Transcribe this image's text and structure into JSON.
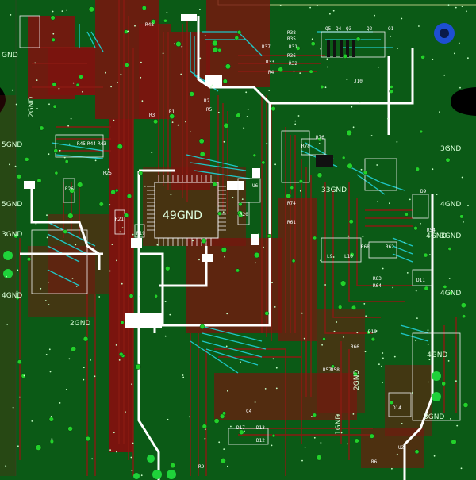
{
  "board": {
    "colors": {
      "copper_pour": "#0b5a16",
      "top_trace": "#8a1a12",
      "bottom_trace": "#1fc6c6",
      "silkscreen": "#f2f2f2",
      "power_trace": "#ffffff",
      "via": "#22d12a",
      "mount_hole": "#1e4fd1"
    },
    "net_labels": [
      {
        "name": "net-gnd-a",
        "text": "GND"
      },
      {
        "name": "net-2gnd-a",
        "text": "2GND"
      },
      {
        "name": "net-2gnd-b",
        "text": "2GND"
      },
      {
        "name": "net-3gnd-a",
        "text": "3GND"
      },
      {
        "name": "net-3gnd-b",
        "text": "3GND"
      },
      {
        "name": "net-3gnd-c",
        "text": "3GND"
      },
      {
        "name": "net-4gnd-a",
        "text": "4GND"
      },
      {
        "name": "net-4gnd-b",
        "text": "4GND"
      },
      {
        "name": "net-4gnd-c",
        "text": "4GND"
      },
      {
        "name": "net-4gnd-d",
        "text": "4GND"
      },
      {
        "name": "net-5gnd-a",
        "text": "5GND"
      },
      {
        "name": "net-5gnd-b",
        "text": "5GND"
      },
      {
        "name": "net-49gnd",
        "text": "49GND"
      },
      {
        "name": "net-33gnd",
        "text": "33GND"
      },
      {
        "name": "net-2gnd-c",
        "text": "2GND"
      },
      {
        "name": "net-3gnd-d",
        "text": "3GND"
      },
      {
        "name": "net-4gnd-e",
        "text": "4GND"
      },
      {
        "name": "net-1gnd",
        "text": "1GND"
      }
    ],
    "ref_labels": [
      {
        "name": "ref-r48",
        "text": "R48"
      },
      {
        "name": "ref-r38",
        "text": "R38"
      },
      {
        "name": "ref-r35",
        "text": "R35"
      },
      {
        "name": "ref-r37",
        "text": "R37"
      },
      {
        "name": "ref-r31",
        "text": "R31"
      },
      {
        "name": "ref-r36",
        "text": "R36"
      },
      {
        "name": "ref-r33",
        "text": "R33"
      },
      {
        "name": "ref-r32",
        "text": "R32"
      },
      {
        "name": "ref-r4",
        "text": "R4"
      },
      {
        "name": "ref-r2",
        "text": "R2"
      },
      {
        "name": "ref-r1",
        "text": "R1"
      },
      {
        "name": "ref-r3",
        "text": "R3"
      },
      {
        "name": "ref-q5",
        "text": "Q5"
      },
      {
        "name": "ref-q4",
        "text": "Q4"
      },
      {
        "name": "ref-q3",
        "text": "Q3"
      },
      {
        "name": "ref-q2",
        "text": "Q2"
      },
      {
        "name": "ref-q1",
        "text": "Q1"
      },
      {
        "name": "ref-j10",
        "text": "J10"
      },
      {
        "name": "ref-r45",
        "text": "R45"
      },
      {
        "name": "ref-r44",
        "text": "R44"
      },
      {
        "name": "ref-r43",
        "text": "R43"
      },
      {
        "name": "ref-r26",
        "text": "R26"
      },
      {
        "name": "ref-r25",
        "text": "R25"
      },
      {
        "name": "ref-r21",
        "text": "R21"
      },
      {
        "name": "ref-u6",
        "text": "U6"
      },
      {
        "name": "ref-r20",
        "text": "R20"
      },
      {
        "name": "ref-r19",
        "text": "R19"
      },
      {
        "name": "ref-r78",
        "text": "R78"
      },
      {
        "name": "ref-r74",
        "text": "R74"
      },
      {
        "name": "ref-r61",
        "text": "R61"
      },
      {
        "name": "ref-r76",
        "text": "R76"
      },
      {
        "name": "ref-r68",
        "text": "R68"
      },
      {
        "name": "ref-r63",
        "text": "R63"
      },
      {
        "name": "ref-r64",
        "text": "R64"
      },
      {
        "name": "ref-r62",
        "text": "R62"
      },
      {
        "name": "ref-l9",
        "text": "L9"
      },
      {
        "name": "ref-l10",
        "text": "L10"
      },
      {
        "name": "ref-d10",
        "text": "D10"
      },
      {
        "name": "ref-d11",
        "text": "D11"
      },
      {
        "name": "ref-d13",
        "text": "D13"
      },
      {
        "name": "ref-d12",
        "text": "D12"
      },
      {
        "name": "ref-d14",
        "text": "D14"
      },
      {
        "name": "ref-d17",
        "text": "D17"
      },
      {
        "name": "ref-r66",
        "text": "R66"
      },
      {
        "name": "ref-r6",
        "text": "R6"
      },
      {
        "name": "ref-u2",
        "text": "U2"
      },
      {
        "name": "ref-r57",
        "text": "R57"
      },
      {
        "name": "ref-r58",
        "text": "R58"
      },
      {
        "name": "ref-r54",
        "text": "R54"
      },
      {
        "name": "ref-d9",
        "text": "D9"
      },
      {
        "name": "ref-c4",
        "text": "C4"
      },
      {
        "name": "ref-r9",
        "text": "R9"
      },
      {
        "name": "ref-r5",
        "text": "R5"
      }
    ]
  }
}
